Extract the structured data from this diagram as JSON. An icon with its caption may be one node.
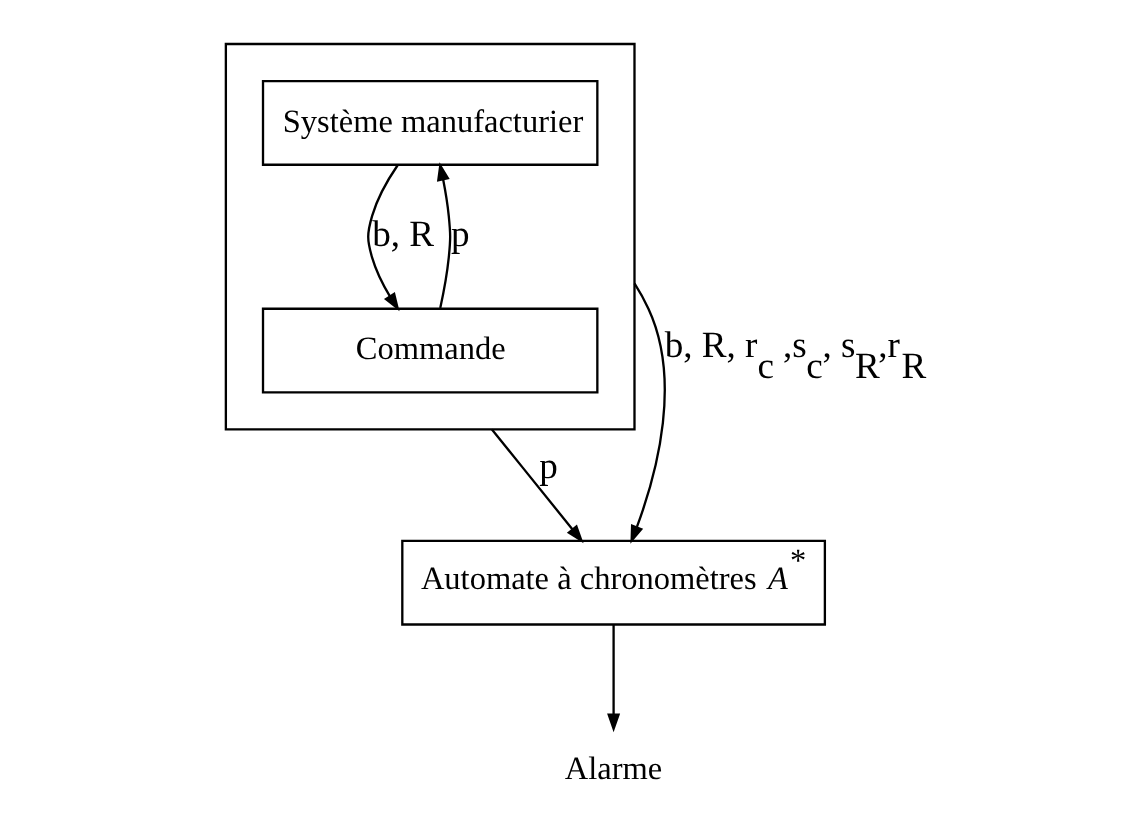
{
  "diagram": {
    "nodes": [
      {
        "text": [],
        "shape": "box"
      },
      {
        "text": [
          "Système manufacturier"
        ],
        "in": 0
      },
      {
        "text": [
          "Commande"
        ],
        "in": 0
      },
      {
        "text": [
          "Automate à chronomètres *A*$^{*}$"
        ]
      },
      {
        "text": [
          "Alarme"
        ]
      }
    ],
    "edges": [
      {
        "from": 1,
        "to": 2,
        "arrow": "to",
        "label": "b, R"
      },
      {
        "from": 2,
        "to": 1,
        "arrow": "to",
        "label": "p"
      },
      {
        "from": 0,
        "to": 3,
        "arrow": "to",
        "label": "b, R, r$_{c}$ ,s$_{c}$, s$_{R}$,r$_{R}$"
      },
      {
        "from": 0,
        "to": 3,
        "arrow": "to",
        "label": "p"
      },
      {
        "from": 3,
        "to": 4,
        "arrow": "to"
      }
    ]
  }
}
